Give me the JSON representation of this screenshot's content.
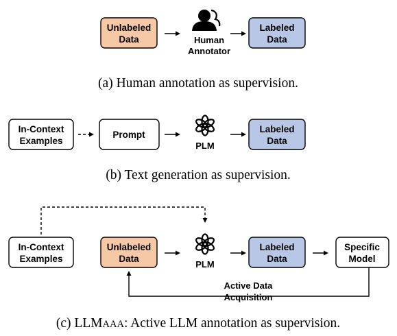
{
  "colors": {
    "unlabeled_fill": "#f7c8a6",
    "labeled_fill": "#b9c7e6",
    "plain_fill": "#ffffff"
  },
  "panel_a": {
    "unlabeled_box": [
      "Unlabeled",
      "Data"
    ],
    "annotator_icon": "person-icon",
    "annotator_label": [
      "Human",
      "Annotator"
    ],
    "labeled_box": [
      "Labeled",
      "Data"
    ],
    "caption": "(a)  Human annotation as supervision."
  },
  "panel_b": {
    "examples_box": [
      "In-Context",
      "Examples"
    ],
    "prompt_box": "Prompt",
    "plm_icon": "openai-logo-icon",
    "plm_label": "PLM",
    "labeled_box": [
      "Labeled",
      "Data"
    ],
    "caption": "(b)  Text generation as supervision."
  },
  "panel_c": {
    "examples_box": [
      "In-Context",
      "Examples"
    ],
    "unlabeled_box": [
      "Unlabeled",
      "Data"
    ],
    "plm_icon": "openai-logo-icon",
    "plm_label": "PLM",
    "labeled_box": [
      "Labeled",
      "Data"
    ],
    "model_box": [
      "Specific",
      "Model"
    ],
    "loop_label": [
      "Active Data",
      "Acquisition"
    ],
    "caption_prefix": "(c)  LLM",
    "caption_smallcaps": "AAA",
    "caption_suffix": ": Active LLM annotation as supervision."
  }
}
